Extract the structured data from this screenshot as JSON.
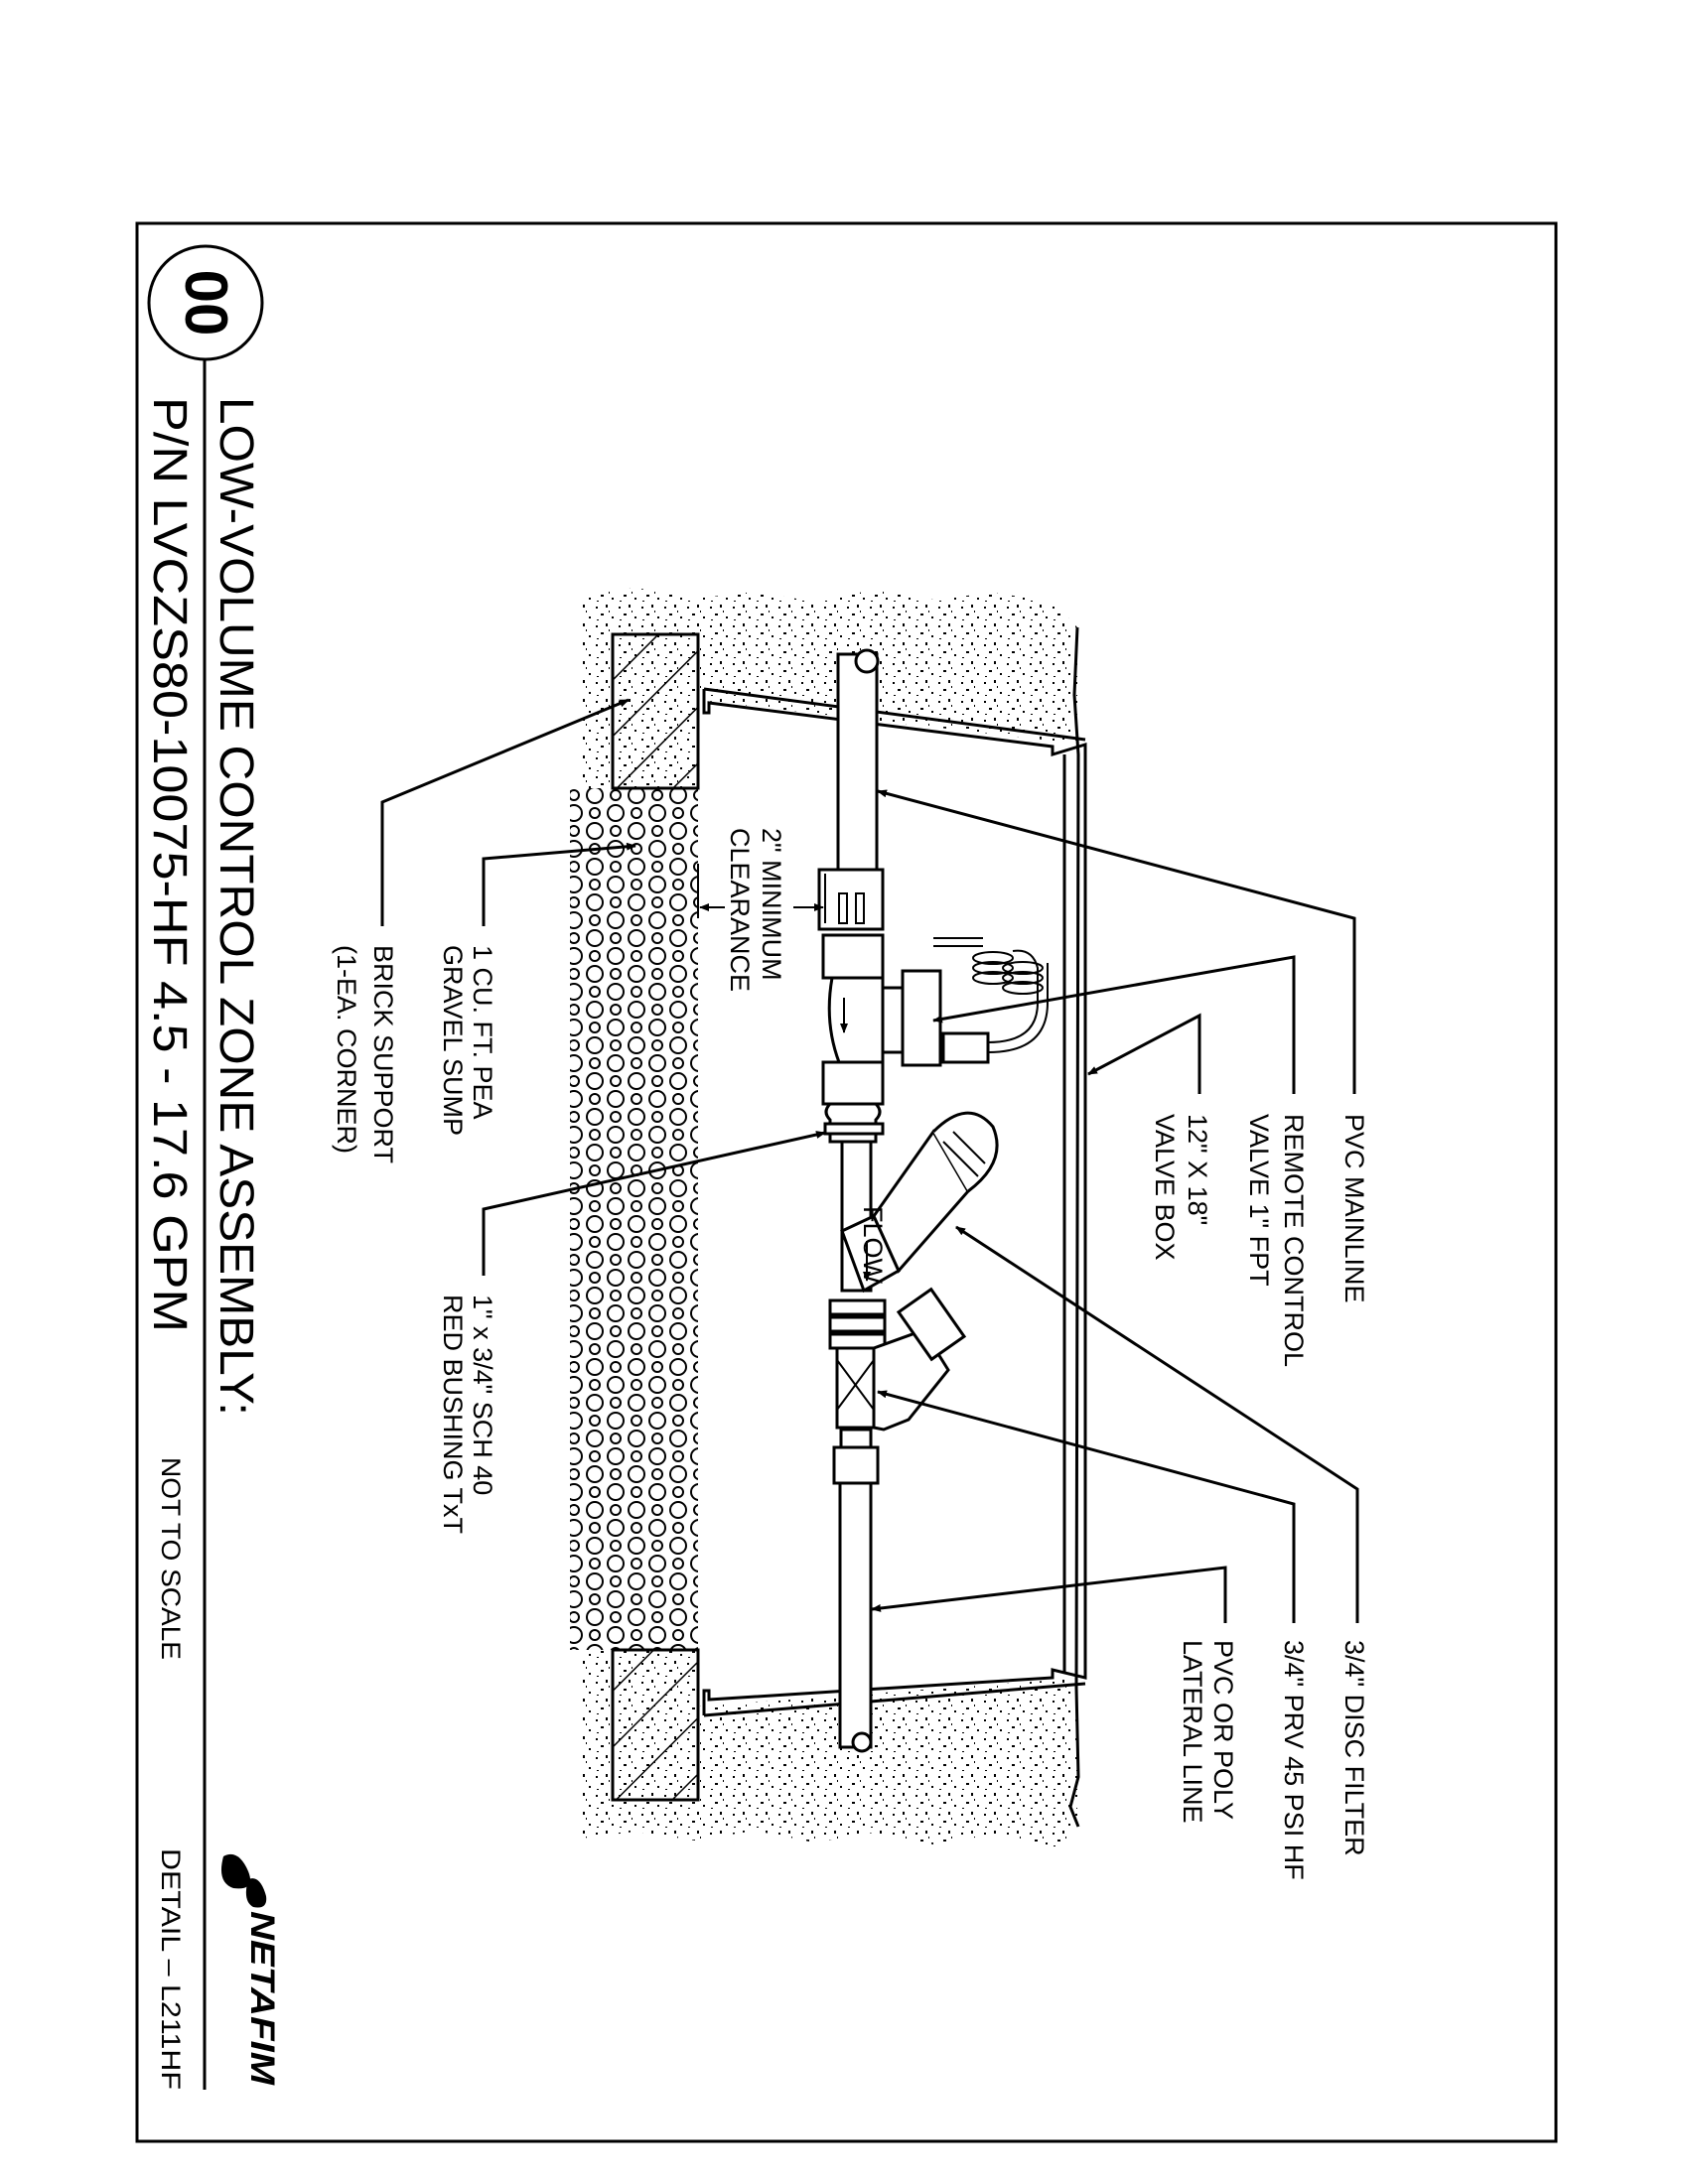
{
  "detail_bubble": {
    "number": "00"
  },
  "title": {
    "line1": "LOW-VOLUME CONTROL ZONE ASSEMBLY:",
    "line2": "P/N LVCZS80-10075-HF 4.5 - 17.6 GPM"
  },
  "scale_note": "NOT TO SCALE",
  "detail_id": "DETAIL  –  L211HF",
  "logo": {
    "text": "NETAFIM"
  },
  "flow_label": "FLOW",
  "callouts": {
    "pvc_mainline": "PVC MAINLINE",
    "remote_valve_1": "REMOTE CONTROL",
    "remote_valve_2": "VALVE 1\" FPT",
    "valve_box_1": "12\" X 18\"",
    "valve_box_2": "VALVE BOX",
    "disc_filter": "3/4\" DISC FILTER",
    "prv": "3/4\" PRV 45 PSI HF",
    "lateral_1": "PVC OR POLY",
    "lateral_2": "LATERAL LINE",
    "clearance_1": "2\" MINIMUM",
    "clearance_2": "CLEARANCE",
    "gravel_1": "1 CU. FT. PEA",
    "gravel_2": "GRAVEL SUMP",
    "brick_1": "BRICK SUPPORT",
    "brick_2": "(1-EA. CORNER)",
    "bushing_1": "1\" x 3/4\" SCH 40",
    "bushing_2": "RED BUSHING TxT"
  }
}
